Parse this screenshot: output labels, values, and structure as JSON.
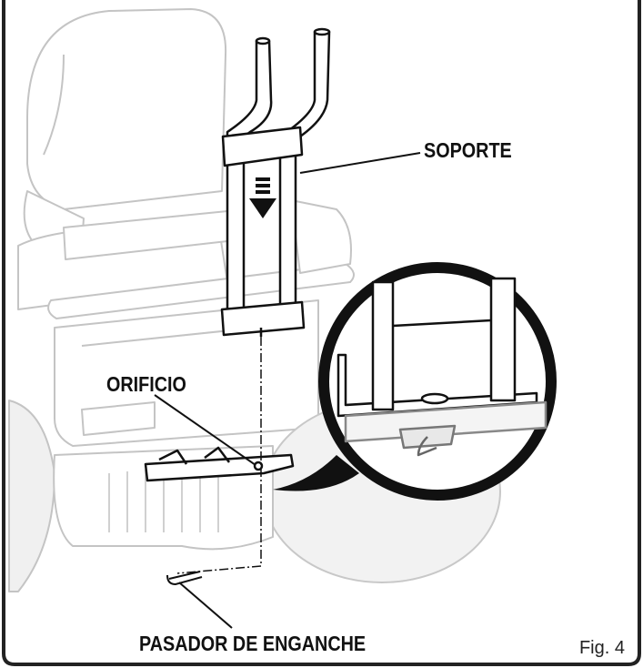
{
  "labels": {
    "support": "SOPORTE",
    "hole": "ORIFICIO",
    "hitch_pin": "PASADOR DE ENGANCHE"
  },
  "figure_number": "Fig. 4",
  "colors": {
    "ink": "#111111",
    "ghost": "#c8c8c8",
    "frame": "#222222",
    "tire": "#d9d9d9"
  }
}
